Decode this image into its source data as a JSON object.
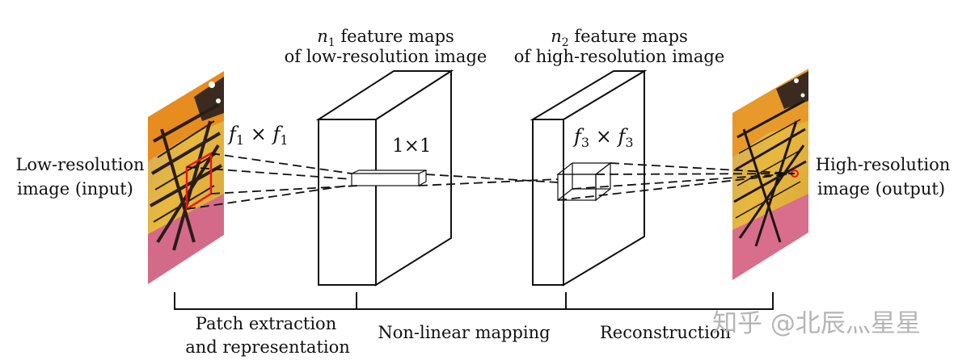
{
  "labels": {
    "input_line1": "Low-resolution",
    "input_line2": "image (input)",
    "output_line1": "High-resolution",
    "output_line2": "image (output)",
    "n1_sym": "n",
    "n1_sub": "1",
    "n1_rest": " feature maps",
    "n1_line2": "of low-resolution image",
    "n2_sym": "n",
    "n2_sub": "2",
    "n2_rest": " feature maps",
    "n2_line2": "of high-resolution image",
    "filter1_a": "f",
    "filter1_a_sub": "1",
    "filter1_x": " × ",
    "filter1_b": "f",
    "filter1_b_sub": "1",
    "filter2": "1×1",
    "filter3_a": "f",
    "filter3_a_sub": "3",
    "filter3_x": " × ",
    "filter3_b": "f",
    "filter3_b_sub": "3"
  },
  "stages": {
    "patch_line1": "Patch extraction",
    "patch_line2": "and representation",
    "nonlinear": "Non-linear mapping",
    "reconstruction": "Reconstruction"
  },
  "watermark": "知乎 @北辰灬星星",
  "colors": {
    "patch_highlight": "#e8161c",
    "lines": "#111111",
    "watermark": "#b5b5b5"
  }
}
